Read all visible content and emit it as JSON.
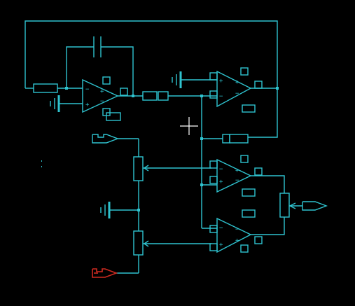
{
  "window": {
    "title": ""
  },
  "colors": {
    "background": "#000000",
    "wire": "#2fc3cf",
    "selected": "#d02a20",
    "cursor": "#ffffff"
  },
  "tool": {
    "cursor": "crosshair-cursor"
  },
  "components": {
    "opamps": [
      "opamp-1",
      "opamp-2",
      "opamp-3",
      "opamp-4"
    ],
    "resistors": [
      "resistor-r1",
      "resistor-r2",
      "resistor-r3",
      "resistor-r4"
    ],
    "capacitors": [
      "capacitor-c1"
    ],
    "potentiometers": [
      "potentiometer-1",
      "potentiometer-2"
    ],
    "grounds": [
      "ground-1",
      "ground-2",
      "ground-3"
    ],
    "ports": [
      {
        "id": "input-port-top",
        "selected": false
      },
      {
        "id": "input-port-bottom",
        "selected": true
      },
      {
        "id": "output-port-right",
        "selected": false
      }
    ]
  },
  "pin_symbols": {
    "plus": "+",
    "minus": "−"
  }
}
